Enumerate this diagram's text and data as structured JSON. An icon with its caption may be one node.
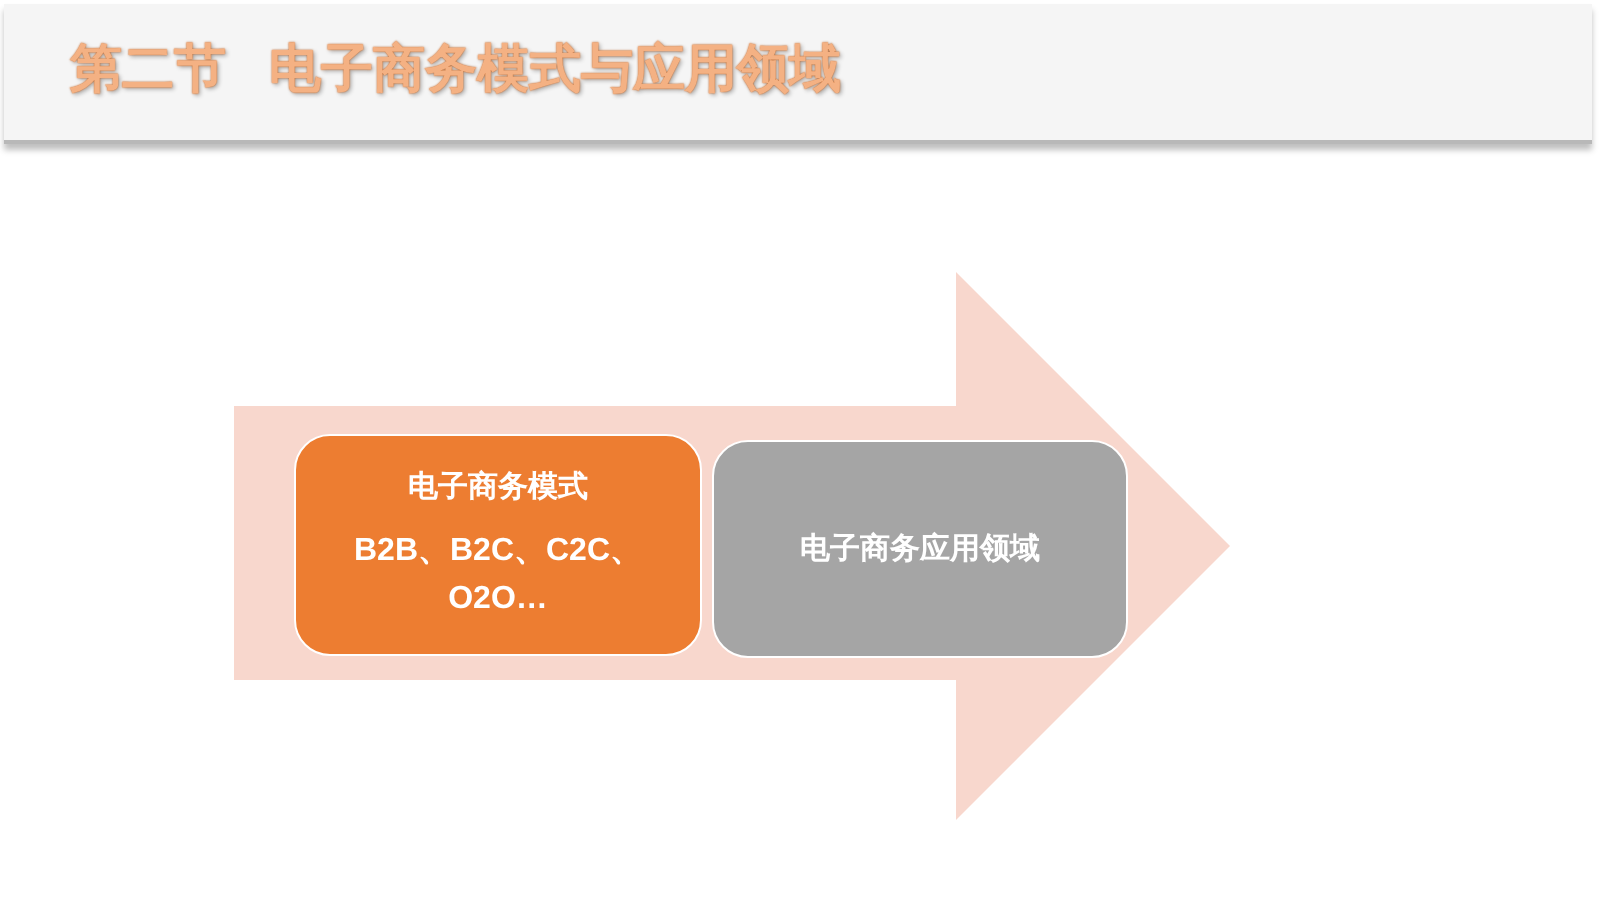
{
  "diagram": {
    "title": "第二节   电子商务模式与应用领域",
    "nodes": [
      {
        "text": [
          "电子商务模式",
          "B2B、B2C、C2C、O2O…"
        ]
      },
      {
        "text": [
          "电子商务应用领域"
        ]
      }
    ]
  }
}
